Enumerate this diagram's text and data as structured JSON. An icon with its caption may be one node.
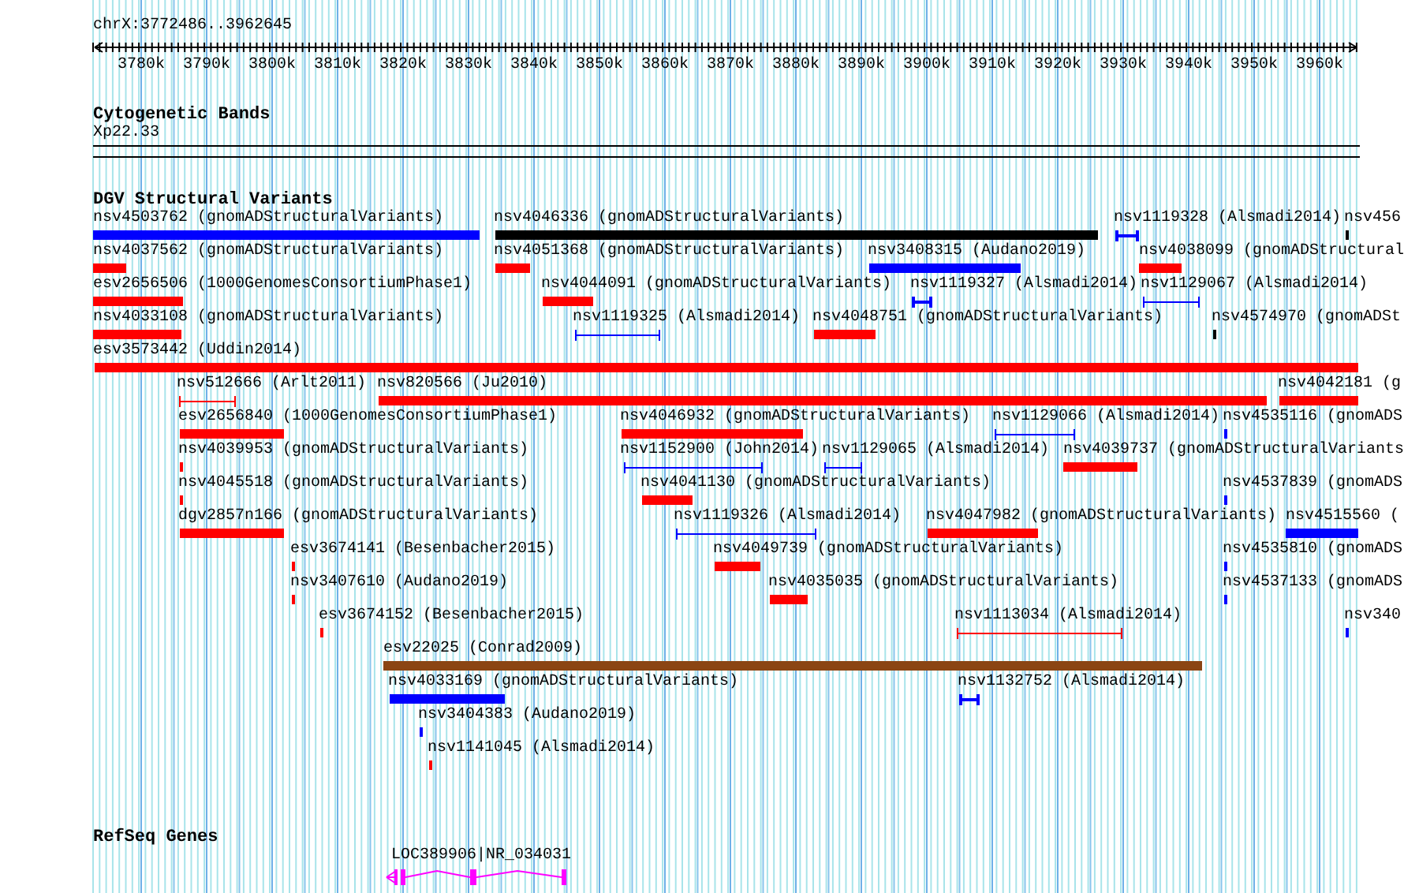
{
  "diagram": {
    "title": "chrX:3772486..3962645",
    "labels": [
      "3780k",
      "3790k",
      "3800k",
      "3810k",
      "3820k",
      "3830k",
      "3840k",
      "3850k",
      "3860k",
      "3870k",
      "3880k",
      "3890k",
      "3900k",
      "3910k",
      "3920k",
      "3930k",
      "3940k",
      "3950k",
      "3960k",
      "Cytogenetic Bands",
      "Xp22.33",
      "DGV Structural Variants",
      "RefSeq Genes"
    ],
    "nodes": [
      {
        "text": [
          "nsv4503762 (gnomADStructuralVariants)"
        ]
      },
      {
        "text": [
          "nsv4046336 (gnomADStructuralVariants)"
        ]
      },
      {
        "text": [
          "nsv1119328 (Alsmadi2014)"
        ]
      },
      {
        "text": [
          "nsv456"
        ]
      },
      {
        "text": [
          "nsv4037562 (gnomADStructuralVariants)"
        ]
      },
      {
        "text": [
          "nsv4051368 (gnomADStructuralVariants)"
        ]
      },
      {
        "text": [
          "nsv3408315 (Audano2019)"
        ]
      },
      {
        "text": [
          "nsv4038099 (gnomADStructural"
        ]
      },
      {
        "text": [
          "esv2656506 (1000GenomesConsortiumPhase1)"
        ]
      },
      {
        "text": [
          "nsv4044091 (gnomADStructuralVariants)"
        ]
      },
      {
        "text": [
          "nsv1119327 (Alsmadi2014)"
        ]
      },
      {
        "text": [
          "nsv1129067 (Alsmadi2014)"
        ]
      },
      {
        "text": [
          "nsv4033108 (gnomADStructuralVariants)"
        ]
      },
      {
        "text": [
          "nsv1119325 (Alsmadi2014)"
        ]
      },
      {
        "text": [
          "nsv4048751 (gnomADStructuralVariants)"
        ]
      },
      {
        "text": [
          "nsv4574970 (gnomADSt"
        ]
      },
      {
        "text": [
          "esv3573442 (Uddin2014)"
        ]
      },
      {
        "text": [
          "nsv512666 (Arlt2011)"
        ]
      },
      {
        "text": [
          "nsv820566 (Ju2010)"
        ]
      },
      {
        "text": [
          "nsv4042181 (g"
        ]
      },
      {
        "text": [
          "esv2656840 (1000GenomesConsortiumPhase1)"
        ]
      },
      {
        "text": [
          "nsv4046932 (gnomADStructuralVariants)"
        ]
      },
      {
        "text": [
          "nsv1129066 (Alsmadi2014)"
        ]
      },
      {
        "text": [
          "nsv4535116 (gnomADS"
        ]
      },
      {
        "text": [
          "nsv4039953 (gnomADStructuralVariants)"
        ]
      },
      {
        "text": [
          "nsv1152900 (John2014)"
        ]
      },
      {
        "text": [
          "nsv1129065 (Alsmadi2014)"
        ]
      },
      {
        "text": [
          "nsv4039737 (gnomADStructuralVariants"
        ]
      },
      {
        "text": [
          "nsv4045518 (gnomADStructuralVariants)"
        ]
      },
      {
        "text": [
          "nsv4041130 (gnomADStructuralVariants)"
        ]
      },
      {
        "text": [
          "nsv4537839 (gnomADS"
        ]
      },
      {
        "text": [
          "dgv2857n166 (gnomADStructuralVariants)"
        ]
      },
      {
        "text": [
          "nsv1119326 (Alsmadi2014)"
        ]
      },
      {
        "text": [
          "nsv4047982 (gnomADStructuralVariants)"
        ]
      },
      {
        "text": [
          "nsv4515560 ("
        ]
      },
      {
        "text": [
          "esv3674141 (Besenbacher2015)"
        ]
      },
      {
        "text": [
          "nsv4049739 (gnomADStructuralVariants)"
        ]
      },
      {
        "text": [
          "nsv4535810 (gnomADS"
        ]
      },
      {
        "text": [
          "nsv3407610 (Audano2019)"
        ]
      },
      {
        "text": [
          "nsv4035035 (gnomADStructuralVariants)"
        ]
      },
      {
        "text": [
          "nsv4537133 (gnomADS"
        ]
      },
      {
        "text": [
          "esv3674152 (Besenbacher2015)"
        ]
      },
      {
        "text": [
          "nsv1113034 (Alsmadi2014)"
        ]
      },
      {
        "text": [
          "nsv340"
        ]
      },
      {
        "text": [
          "esv22025 (Conrad2009)"
        ]
      },
      {
        "text": [
          "nsv4033169 (gnomADStructuralVariants)"
        ]
      },
      {
        "text": [
          "nsv1132752 (Alsmadi2014)"
        ]
      },
      {
        "text": [
          "nsv3404383 (Audano2019)"
        ]
      },
      {
        "text": [
          "nsv1141045 (Alsmadi2014)"
        ]
      },
      {
        "text": [
          "LOC389906|NR_034031"
        ]
      }
    ]
  }
}
